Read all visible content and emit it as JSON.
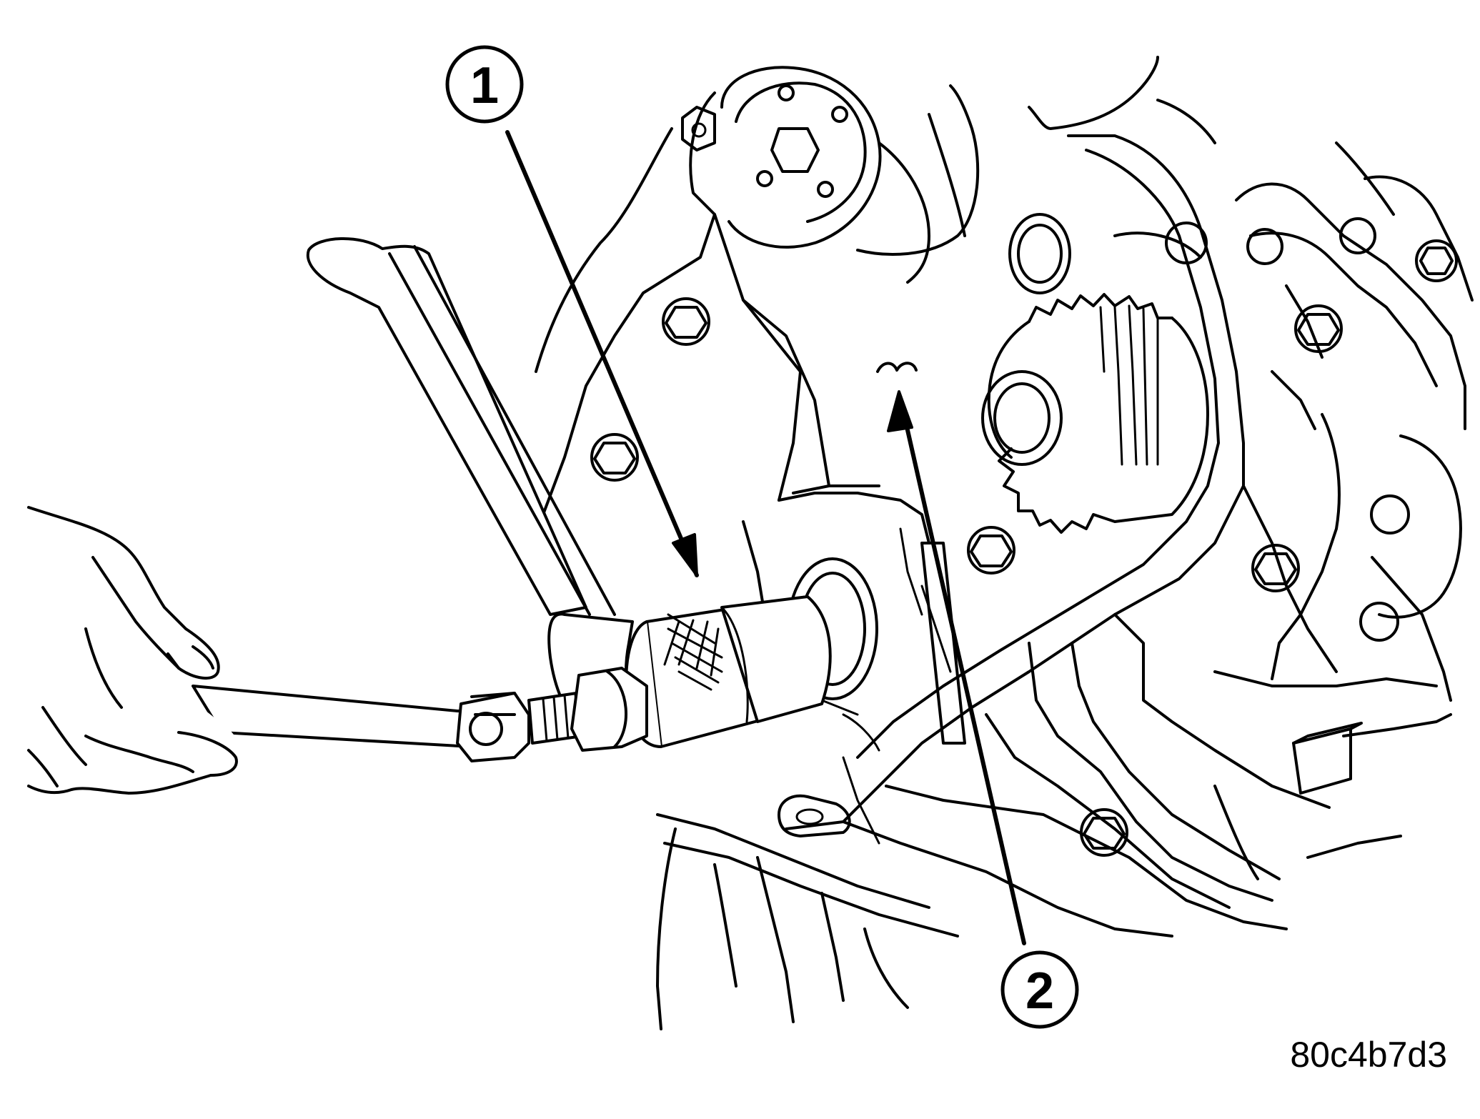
{
  "figure": {
    "code": "80c4b7d3",
    "callouts": [
      {
        "label": "1",
        "item": "tool"
      },
      {
        "label": "2",
        "item": "engine-case-cover"
      }
    ]
  },
  "colors": {
    "line": "#000000",
    "background": "#ffffff"
  }
}
